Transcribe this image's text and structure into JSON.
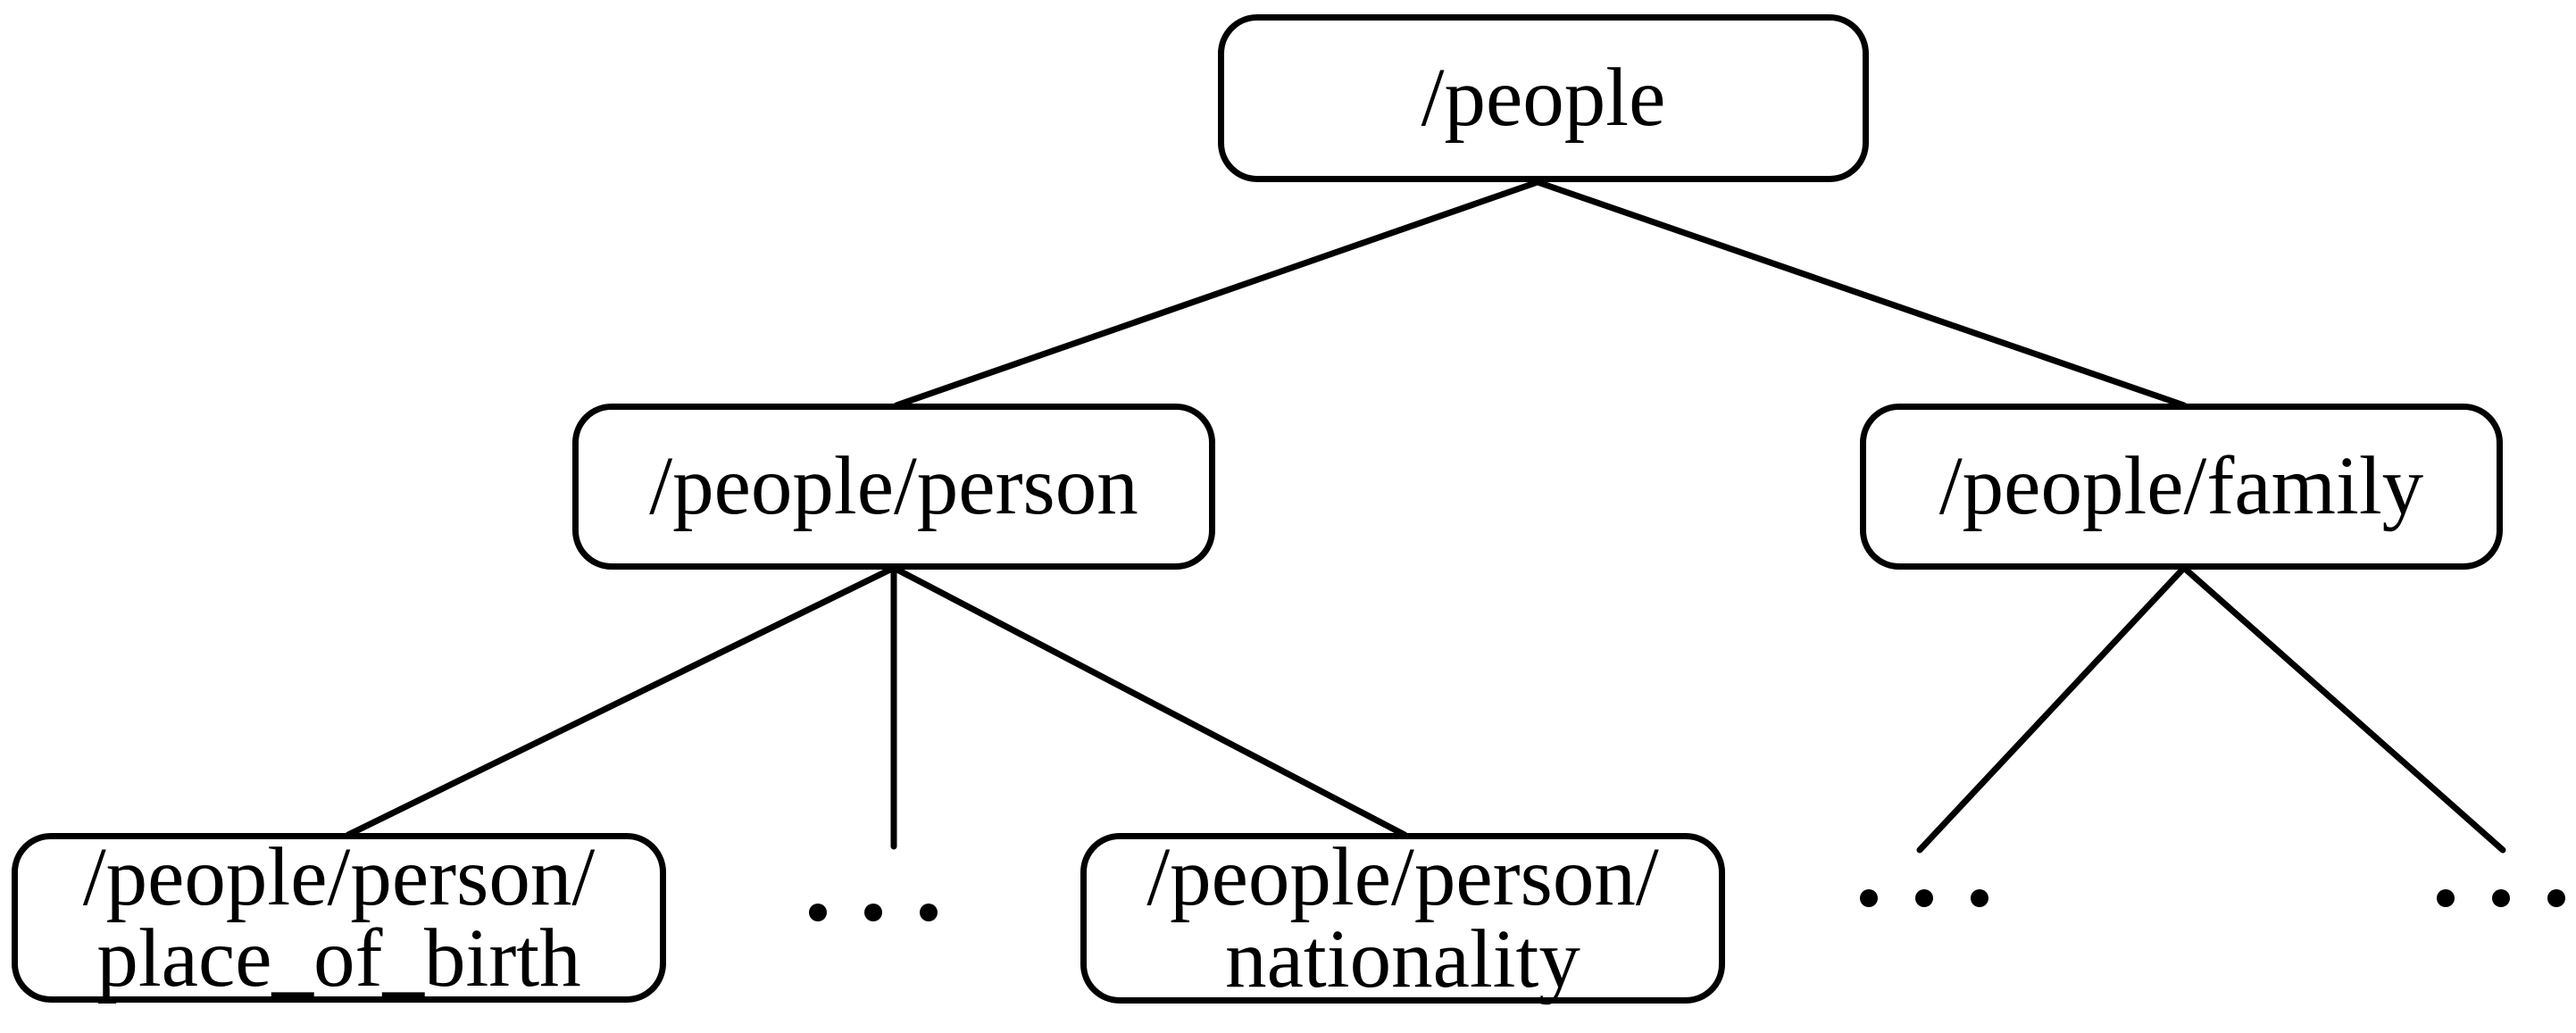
{
  "diagram": {
    "type": "tree",
    "background_color": "#ffffff",
    "stroke_color": "#000000",
    "nodes": {
      "root": {
        "label": "/people"
      },
      "person": {
        "label": "/people/person"
      },
      "family": {
        "label": "/people/family"
      },
      "place_of_birth": {
        "label": "/people/person/\nplace_of_birth"
      },
      "nationality": {
        "label": "/people/person/\nnationality"
      },
      "person_ellipsis": {
        "label": "..."
      },
      "family_ellipsis_left": {
        "label": "..."
      },
      "family_ellipsis_right": {
        "label": "..."
      }
    },
    "edges": [
      {
        "from": "root",
        "to": "person"
      },
      {
        "from": "root",
        "to": "family"
      },
      {
        "from": "person",
        "to": "place_of_birth"
      },
      {
        "from": "person",
        "to": "person_ellipsis"
      },
      {
        "from": "person",
        "to": "nationality"
      },
      {
        "from": "family",
        "to": "family_ellipsis_left"
      },
      {
        "from": "family",
        "to": "family_ellipsis_right"
      }
    ]
  }
}
